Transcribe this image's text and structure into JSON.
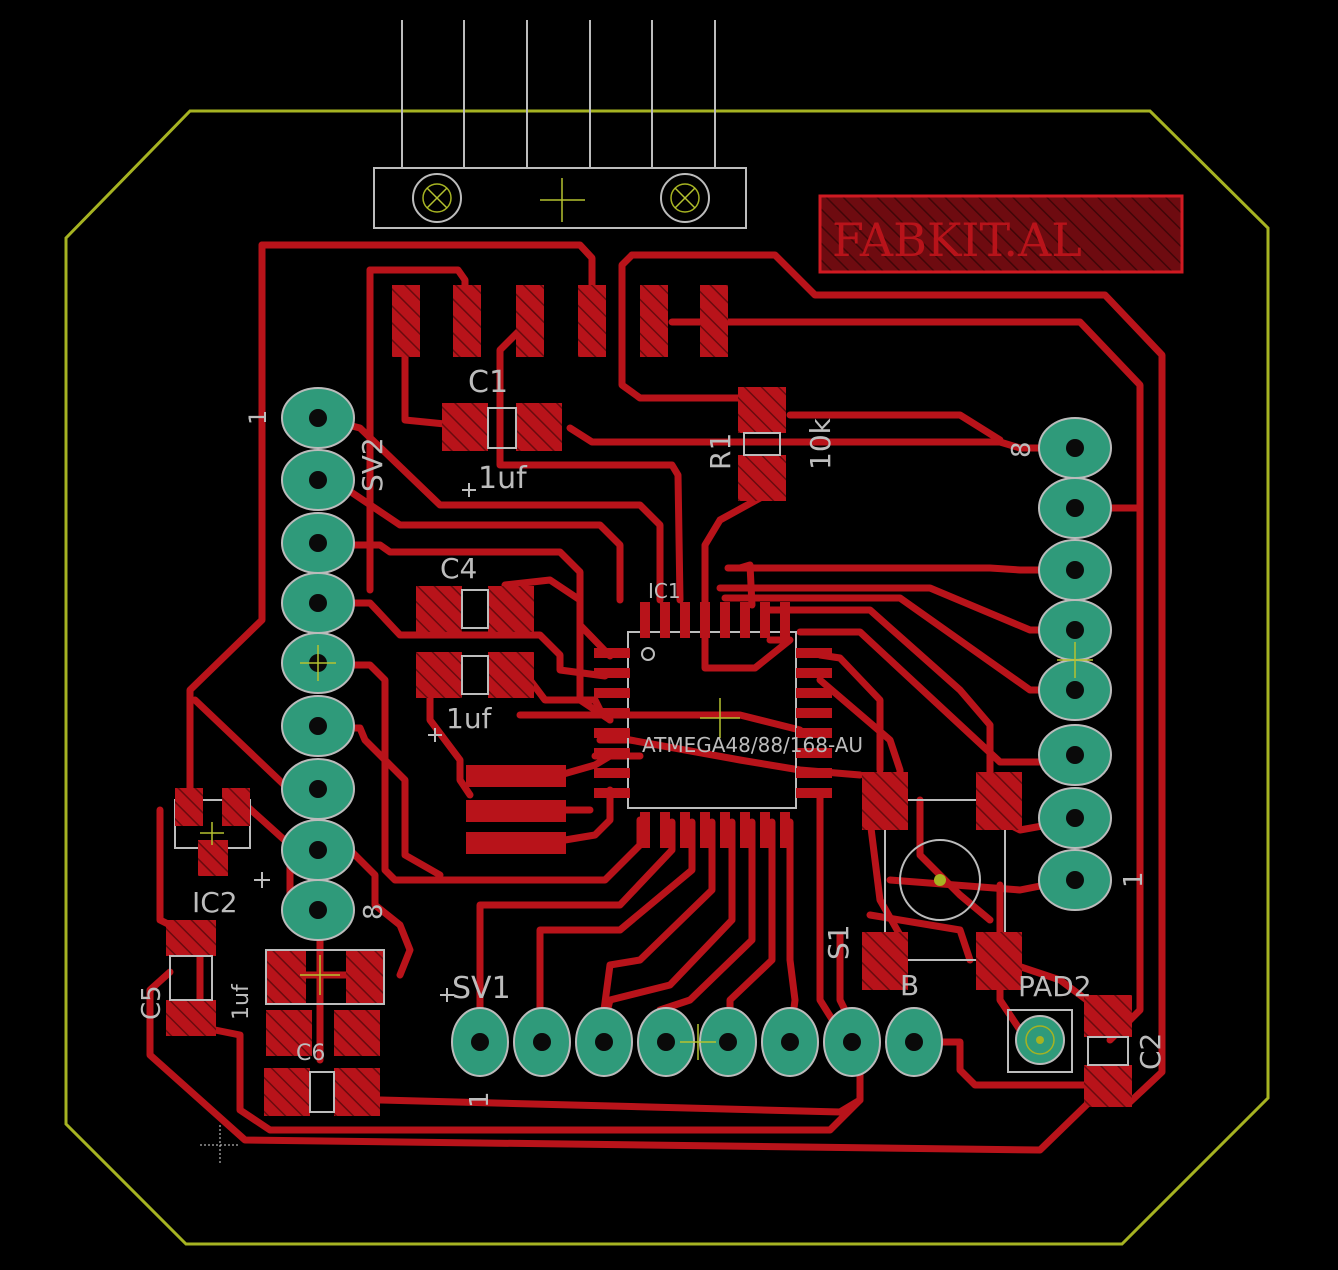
{
  "colors": {
    "background": "#000000",
    "copper": "#b8131a",
    "pad_green": "#2f9a7a",
    "silk": "#bcbcbc",
    "outline": "#a6b322"
  },
  "board": {
    "logo_text": "FABKIT.AL"
  },
  "labels": {
    "ic1_name": "IC1",
    "ic1_value": "ATMEGA48/88/168-AU",
    "c1_name": "C1",
    "c1_value": "1uf",
    "c4_name": "C4",
    "c4_value": "1uf",
    "r1_name": "R1",
    "r1_value": "10k",
    "ic2_name": "IC2",
    "sv1_name": "SV1",
    "sv1_pin1": "1",
    "sv2_name": "SV2",
    "sv2_pin1": "1",
    "sv2_pin8": "8",
    "sv3_pin1": "1",
    "sv3_pin8": "8",
    "s1_name": "S1",
    "s1_value": "B",
    "pad2_name": "PAD2",
    "c2_name": "C2",
    "c5_name": "C5",
    "c5_value": "1uf",
    "c6_name": "C6"
  }
}
